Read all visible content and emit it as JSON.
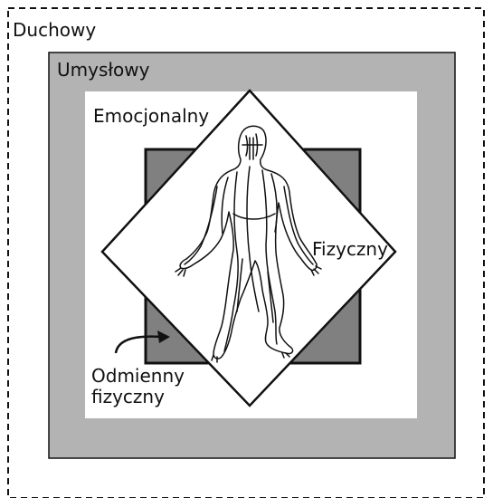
{
  "labels": {
    "spiritual": "Duchowy",
    "mental": "Umysłowy",
    "emotional": "Emocjonalny",
    "physical": "Fizyczny",
    "altered_physical_line1": "Odmienny",
    "altered_physical_line2": "fizyczny"
  },
  "colors": {
    "mental_frame": "#b3b3b3",
    "inner_square": "#808080",
    "outline": "#111111",
    "background": "#ffffff"
  },
  "icons": {
    "figure": "human-meridian-figure-icon",
    "arrow": "curved-arrow-icon"
  }
}
